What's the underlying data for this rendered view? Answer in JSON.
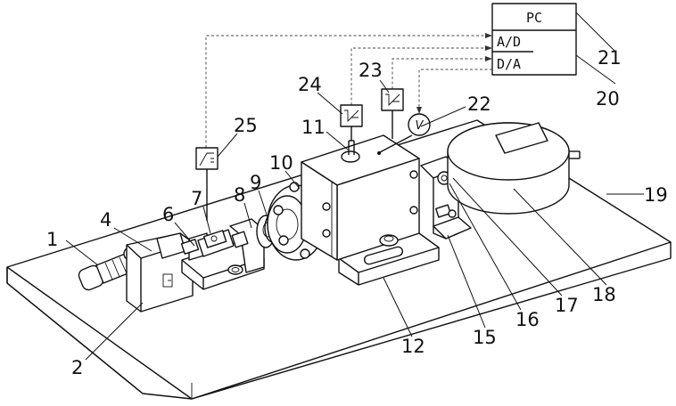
{
  "figure": {
    "pc_box": {
      "title": "PC",
      "ad_label": "A/D",
      "da_label": "D/A"
    },
    "part_labels": [
      {
        "id": "1",
        "text": "1"
      },
      {
        "id": "2",
        "text": "2"
      },
      {
        "id": "4",
        "text": "4"
      },
      {
        "id": "6",
        "text": "6"
      },
      {
        "id": "7",
        "text": "7"
      },
      {
        "id": "8",
        "text": "8"
      },
      {
        "id": "9",
        "text": "9"
      },
      {
        "id": "10",
        "text": "10"
      },
      {
        "id": "11",
        "text": "11"
      },
      {
        "id": "12",
        "text": "12"
      },
      {
        "id": "15",
        "text": "15"
      },
      {
        "id": "16",
        "text": "16"
      },
      {
        "id": "17",
        "text": "17"
      },
      {
        "id": "18",
        "text": "18"
      },
      {
        "id": "19",
        "text": "19"
      },
      {
        "id": "20",
        "text": "20"
      },
      {
        "id": "21",
        "text": "21"
      },
      {
        "id": "22",
        "text": "22"
      },
      {
        "id": "23",
        "text": "23"
      },
      {
        "id": "24",
        "text": "24"
      },
      {
        "id": "25",
        "text": "25"
      }
    ],
    "meter_symbol": "V"
  }
}
